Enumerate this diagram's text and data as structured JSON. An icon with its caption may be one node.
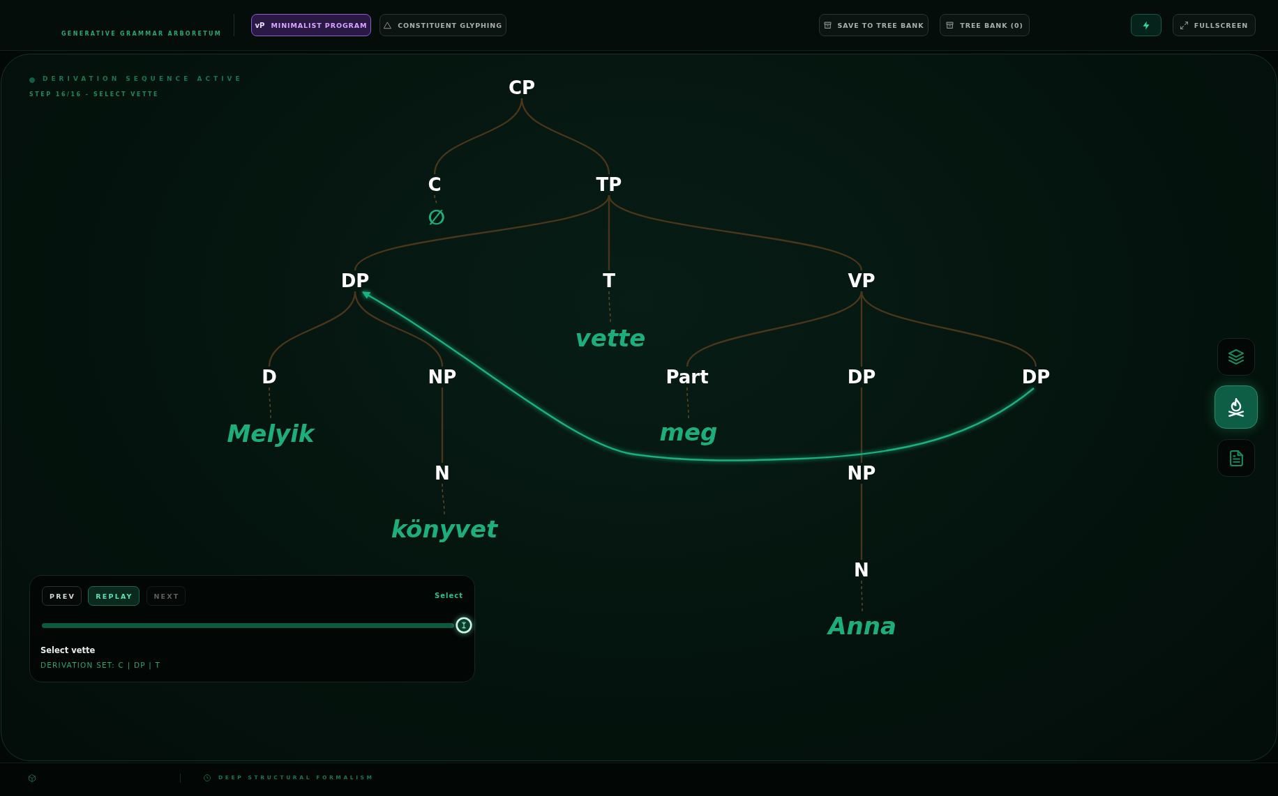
{
  "diagram": {
    "nodes": [
      {
        "text": [
          "CP"
        ]
      },
      {
        "text": [
          "C"
        ]
      },
      {
        "text": [
          "TP"
        ]
      },
      {
        "text": [
          "∅"
        ]
      },
      {
        "text": [
          "DP"
        ]
      },
      {
        "text": [
          "T"
        ]
      },
      {
        "text": [
          "VP"
        ]
      },
      {
        "text": [
          "vette"
        ]
      },
      {
        "text": [
          "D"
        ]
      },
      {
        "text": [
          "NP"
        ]
      },
      {
        "text": [
          "Part"
        ]
      },
      {
        "text": [
          "DP"
        ]
      },
      {
        "text": [
          "DP"
        ]
      },
      {
        "text": [
          "Melyik"
        ]
      },
      {
        "text": [
          "meg"
        ]
      },
      {
        "text": [
          "N"
        ]
      },
      {
        "text": [
          "NP"
        ]
      },
      {
        "text": [
          "könyvet"
        ]
      },
      {
        "text": [
          "N"
        ]
      },
      {
        "text": [
          "Anna"
        ]
      }
    ],
    "edges": [
      {
        "from": 0,
        "to": 1,
        "arrow": "none"
      },
      {
        "from": 0,
        "to": 2,
        "arrow": "none"
      },
      {
        "from": 1,
        "to": 3,
        "arrow": "none",
        "style": "dashed"
      },
      {
        "from": 2,
        "to": 4,
        "arrow": "none"
      },
      {
        "from": 2,
        "to": 5,
        "arrow": "none"
      },
      {
        "from": 2,
        "to": 6,
        "arrow": "none"
      },
      {
        "from": 5,
        "to": 7,
        "arrow": "none",
        "style": "dashed"
      },
      {
        "from": 4,
        "to": 8,
        "arrow": "none"
      },
      {
        "from": 4,
        "to": 9,
        "arrow": "none"
      },
      {
        "from": 6,
        "to": 10,
        "arrow": "none"
      },
      {
        "from": 6,
        "to": 11,
        "arrow": "none"
      },
      {
        "from": 6,
        "to": 12,
        "arrow": "none"
      },
      {
        "from": 8,
        "to": 13,
        "arrow": "none",
        "style": "dashed"
      },
      {
        "from": 10,
        "to": 14,
        "arrow": "none",
        "style": "dashed"
      },
      {
        "from": 9,
        "to": 15,
        "arrow": "none"
      },
      {
        "from": 11,
        "to": 16,
        "arrow": "none"
      },
      {
        "from": 15,
        "to": 17,
        "arrow": "none",
        "style": "dashed"
      },
      {
        "from": 16,
        "to": 18,
        "arrow": "none"
      },
      {
        "from": 18,
        "to": 19,
        "arrow": "none",
        "style": "dashed"
      },
      {
        "from": 12,
        "to": 4,
        "arrow": "to",
        "color": "#1bb07f"
      }
    ],
    "labels": [
      "GENERATIVE GRAMMAR ARBORETUM",
      "vP",
      "MINIMALIST PROGRAM",
      "CONSTITUENT GLYPHING",
      "SAVE TO TREE BANK",
      "TREE BANK (0)",
      "FULLSCREEN",
      "DERIVATION SEQUENCE ACTIVE",
      "STEP 16/16 - SELECT VETTE",
      "PREV",
      "REPLAY",
      "NEXT",
      "Select",
      "Select vette",
      "DERIVATION SET: C | DP | T",
      "DEEP STRUCTURAL FORMALISM"
    ]
  }
}
